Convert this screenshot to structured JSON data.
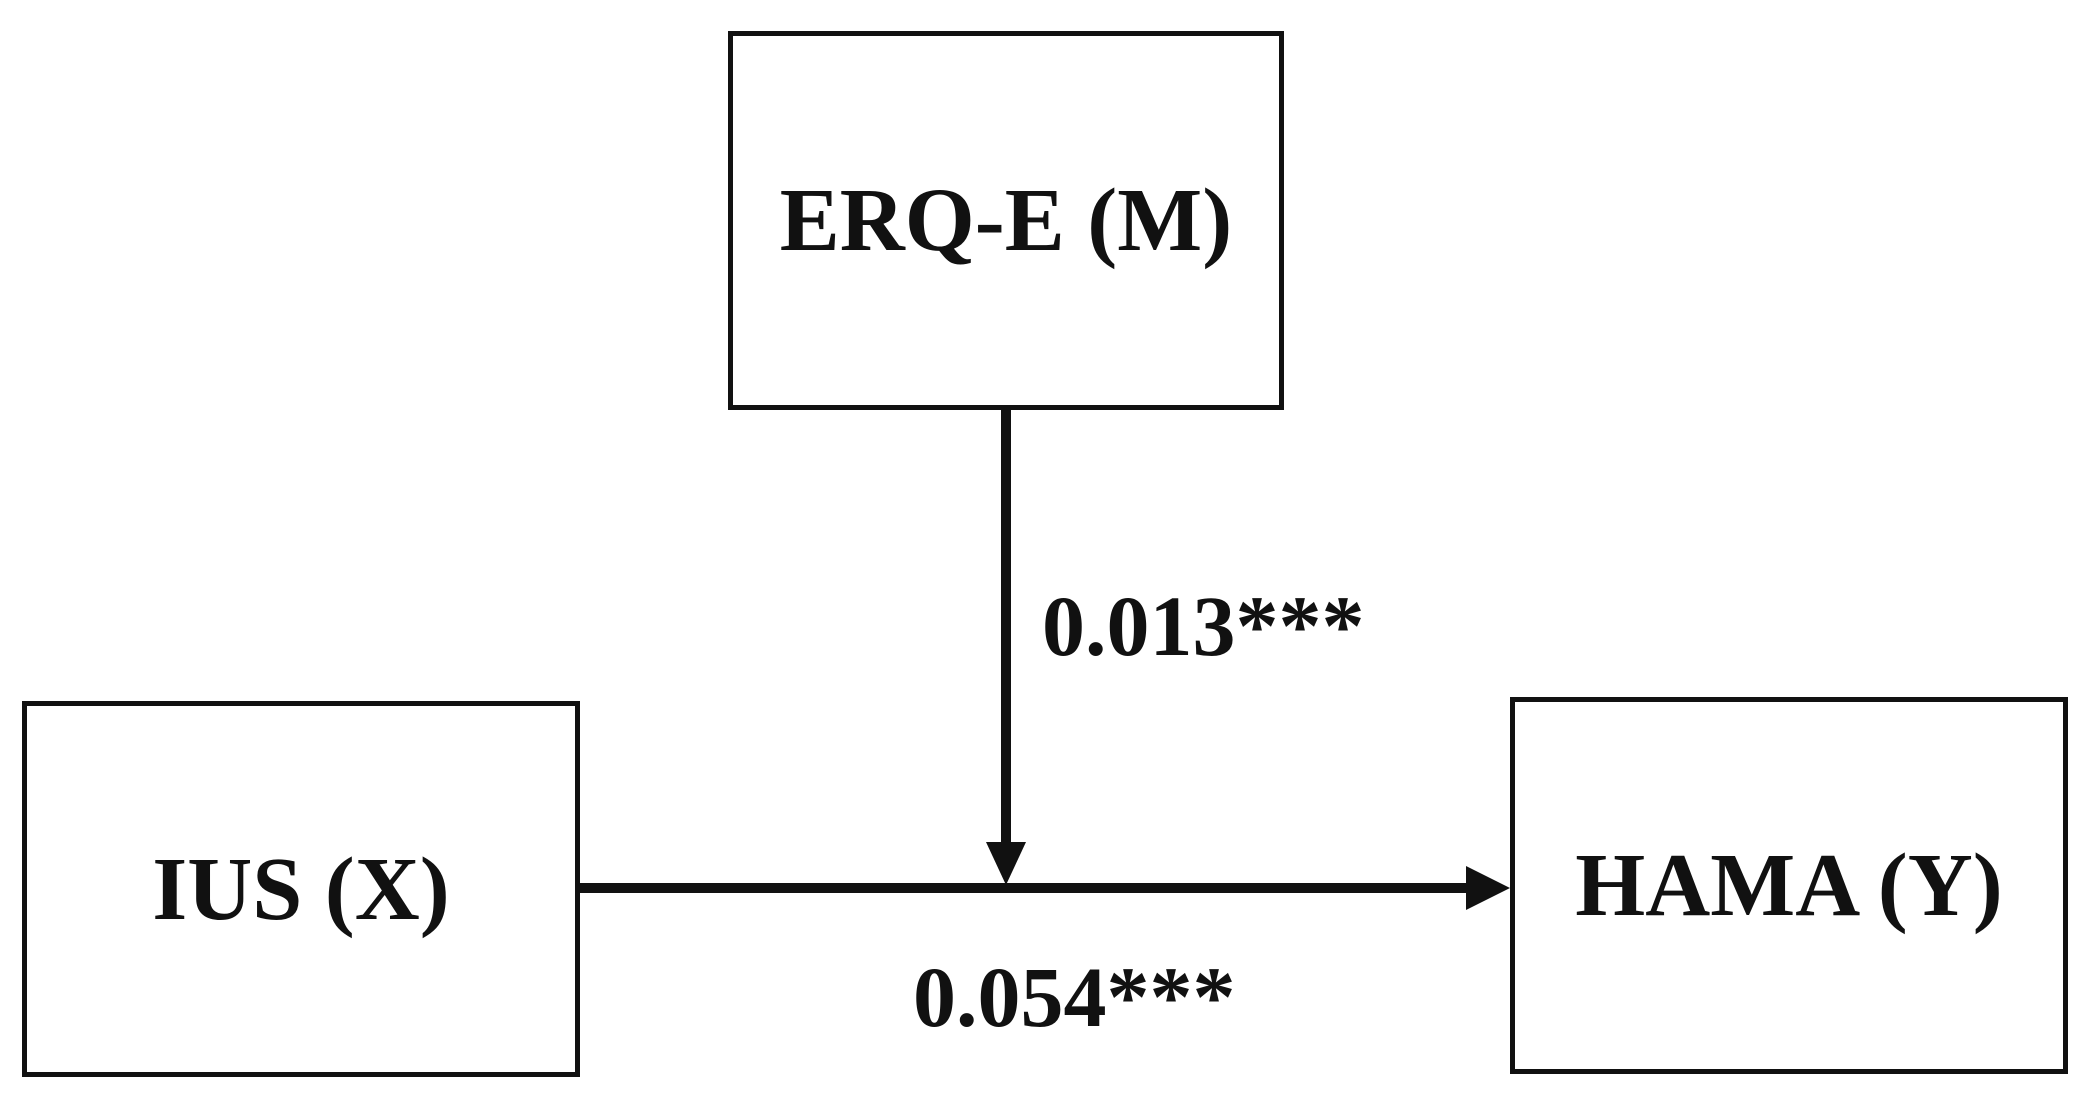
{
  "nodes": {
    "mediator": {
      "label": "ERQ-E (M)"
    },
    "predictor": {
      "label": "IUS (X)"
    },
    "outcome": {
      "label": "HAMA (Y)"
    }
  },
  "paths": {
    "moderation": {
      "coefficient": "0.013***"
    },
    "direct": {
      "coefficient": "0.054***"
    }
  }
}
